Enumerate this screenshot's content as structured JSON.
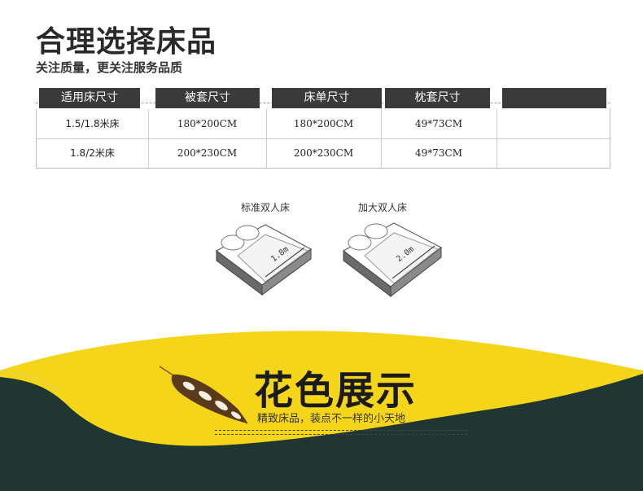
{
  "header": {
    "title": "合理选择床品",
    "subtitle": "关注质量，更关注服务品质"
  },
  "size_table": {
    "headers": [
      "适用床尺寸",
      "被套尺寸",
      "床单尺寸",
      "枕套尺寸",
      ""
    ],
    "rows": [
      [
        "1.5/1.8米床",
        "180*200CM",
        "180*200CM",
        "49*73CM",
        ""
      ],
      [
        "1.8/2米床",
        "200*230CM",
        "200*230CM",
        "49*73CM",
        ""
      ]
    ]
  },
  "beds": [
    {
      "label": "标准双人床",
      "measure": "1.8m"
    },
    {
      "label": "加大双人床",
      "measure": "2.0m"
    }
  ],
  "banner": {
    "title": "花色展示",
    "subtitle": "精致床品，装点不一样的小天地"
  },
  "colors": {
    "header_bg": "#3a3a3a",
    "banner_yellow": "#f4d51a",
    "banner_dark": "#1f3632"
  },
  "icons": [
    "bed-icon",
    "feather-icon"
  ]
}
